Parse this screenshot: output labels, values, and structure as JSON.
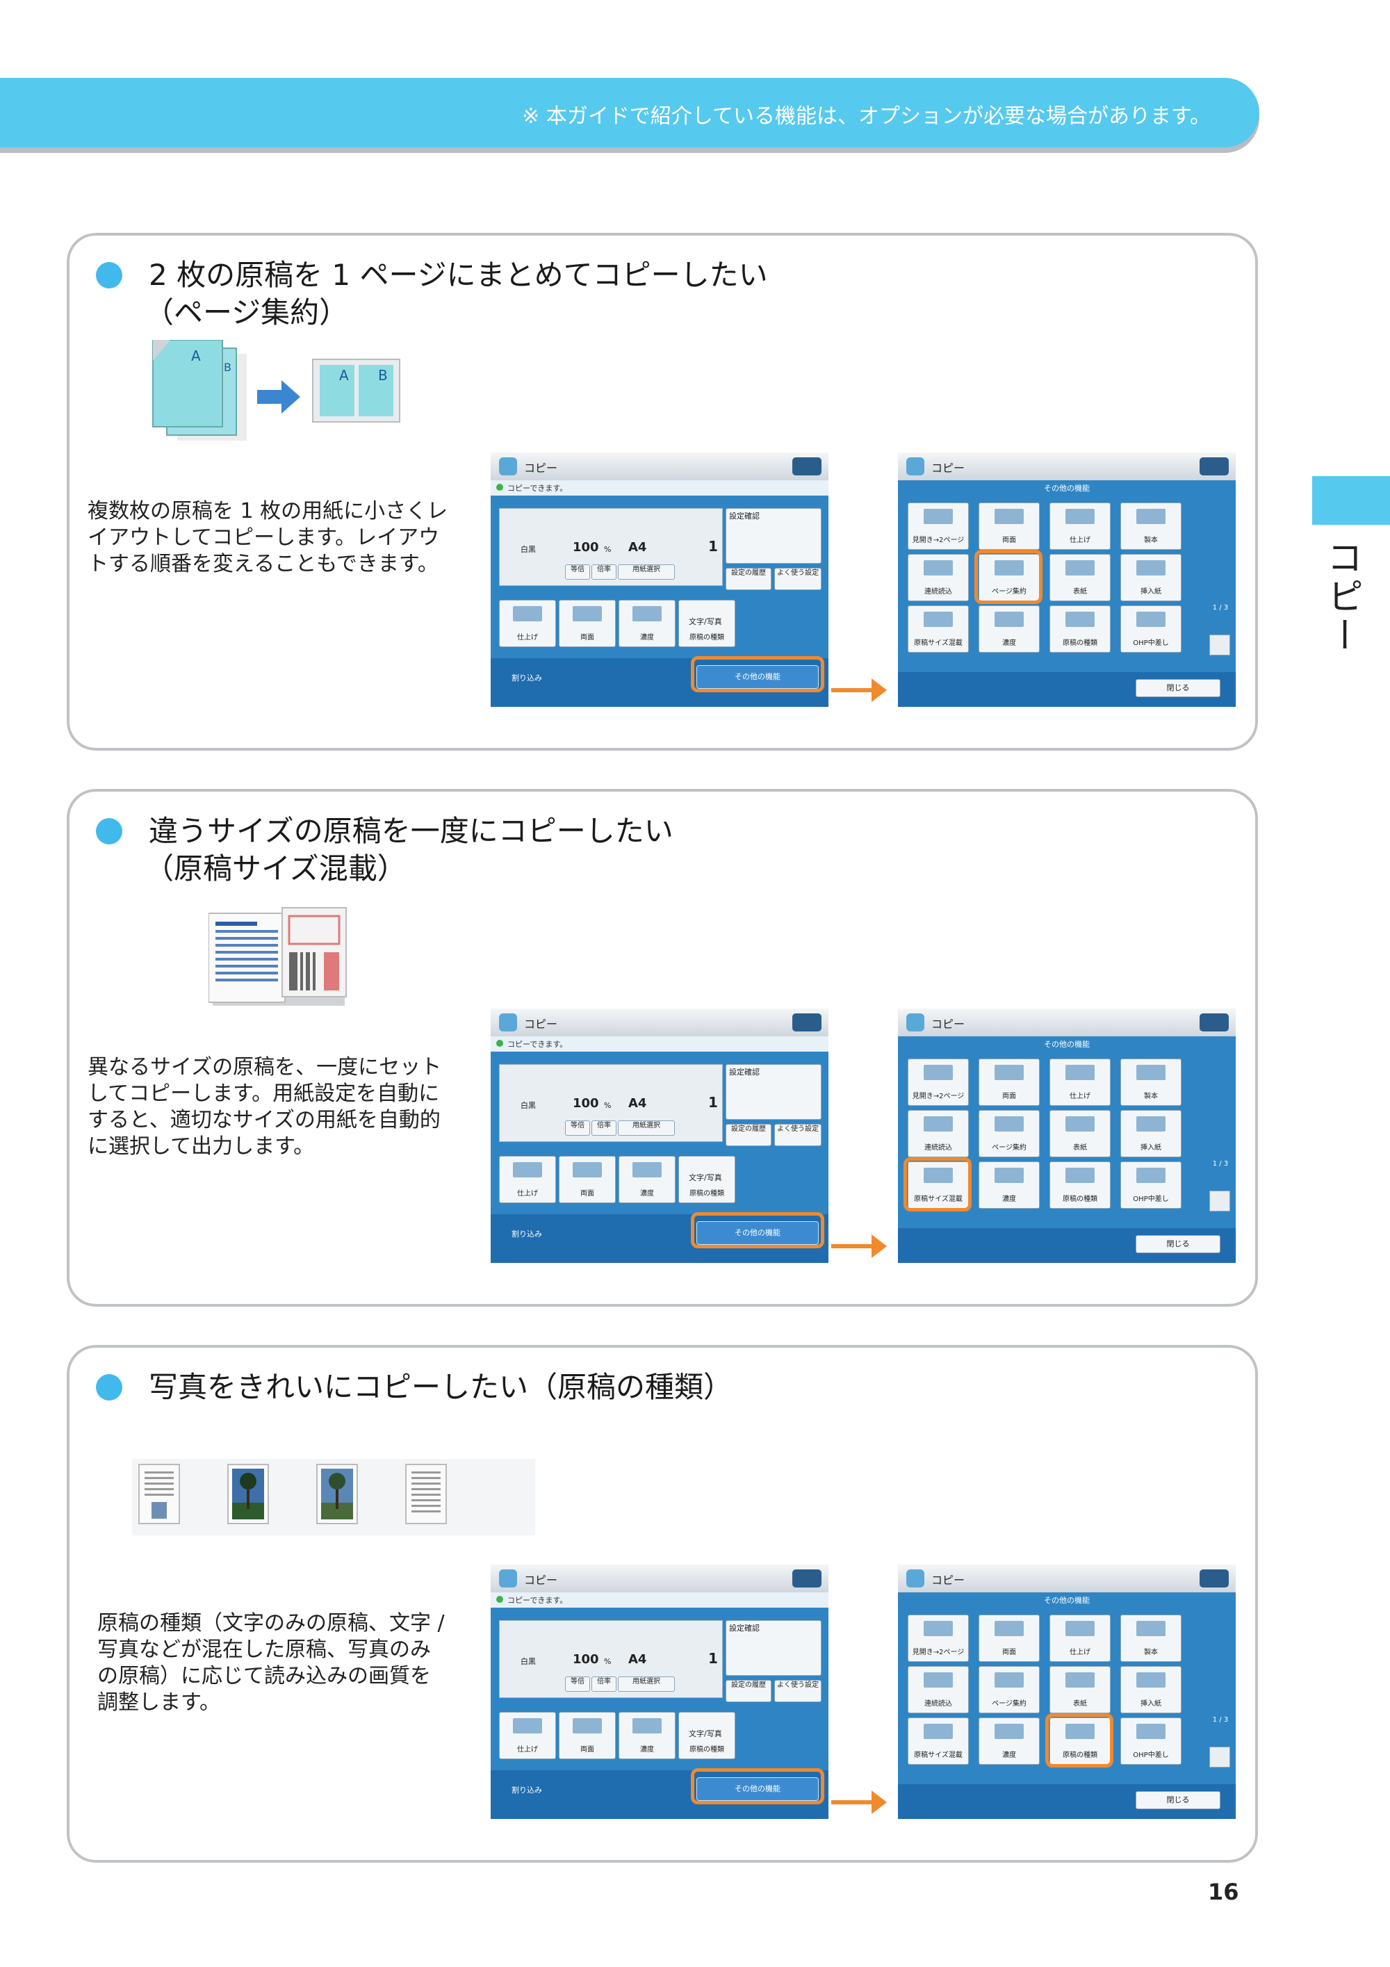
{
  "banner": {
    "note": "※ 本ガイドで紹介している機能は、オプションが必要な場合があります。"
  },
  "side_tab": {
    "label": "コピー"
  },
  "page_number": "16",
  "copier": {
    "title": "コピー",
    "status": "コピーできます。",
    "other_functions_title": "その他の機能",
    "color_mode": "白黒",
    "zoom_value": "100",
    "zoom_unit": "%",
    "paper_size": "A4",
    "copies": "1",
    "settings_check": "設定確認",
    "same_size": "等倍",
    "ratio": "倍率",
    "paper_select": "用紙選択",
    "settings_history": "設定の履歴",
    "favorites": "よく使う設定",
    "finishing": "仕上げ",
    "duplex": "両面",
    "density": "濃度",
    "text_photo": "文字/写真",
    "original_type": "原稿の種類",
    "interrupt": "割り込み",
    "other_functions": "その他の機能",
    "close": "閉じる",
    "page_indicator": "1 / 3",
    "functions": [
      "見開き→2ページ",
      "両面",
      "仕上げ",
      "製本",
      "連続読込",
      "ページ集約",
      "表紙",
      "挿入紙",
      "原稿サイズ混載",
      "濃度",
      "原稿の種類",
      "OHP中差し"
    ]
  },
  "sections": [
    {
      "title_line1": "2 枚の原稿を 1 ページにまとめてコピーしたい",
      "title_line2": "（ページ集約）",
      "description": "複数枚の原稿を 1 枚の用紙に小さくレイアウトしてコピーします。レイアウトする順番を変えることもできます。",
      "illus_labels": [
        "A",
        "B",
        "A",
        "B"
      ]
    },
    {
      "title_line1": "違うサイズの原稿を一度にコピーしたい",
      "title_line2": "（原稿サイズ混載）",
      "description": "異なるサイズの原稿を、一度にセットしてコピーします。用紙設定を自動にすると、適切なサイズの用紙を自動的に選択して出力します。"
    },
    {
      "title_line1": "写真をきれいにコピーしたい（原稿の種類）",
      "title_line2": "",
      "description": "原稿の種類（文字のみの原稿、文字 / 写真などが混在した原稿、写真のみの原稿）に応じて読み込みの画質を調整します。"
    }
  ],
  "colors": {
    "accent": "#56c9ef",
    "dot": "#42b9ec",
    "highlight": "#f1892d",
    "screen": "#2f85c4"
  }
}
